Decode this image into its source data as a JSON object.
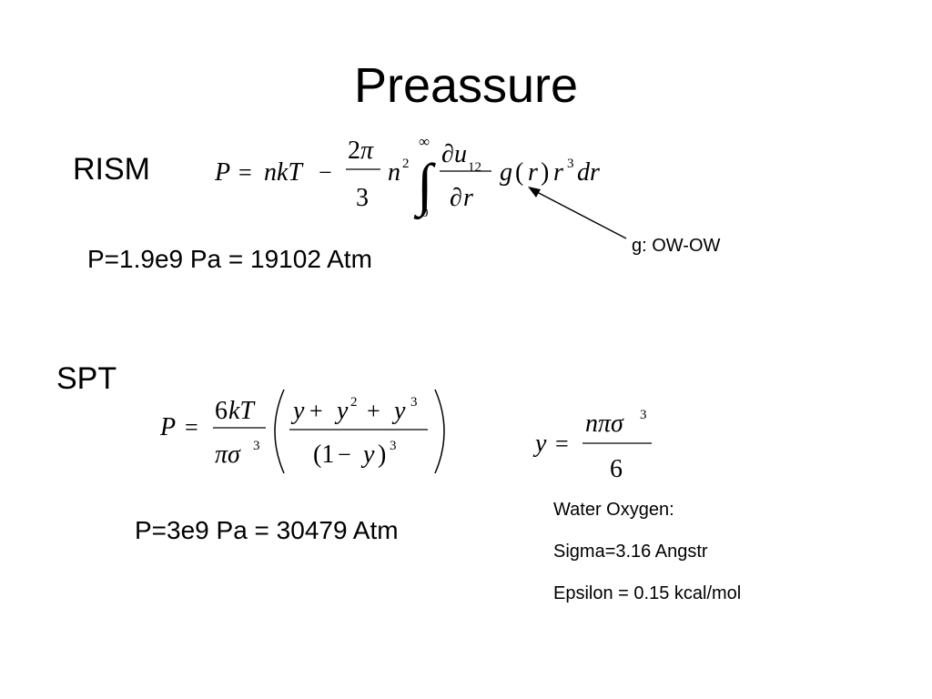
{
  "slide": {
    "title": "Preassure",
    "rism": {
      "label": "RISM",
      "equation": "P = nkT − (2π/3) n² ∫₀^∞ (∂u₁₂/∂r) g(r) r³ dr",
      "result": "P=1.9e9 Pa = 19102 Atm",
      "annotation": "g: OW-OW"
    },
    "spt": {
      "label": "SPT",
      "equation": "P = (6kT/πσ³) ((y + y² + y³)/(1 − y)³)",
      "y_definition": "y = nπσ³/6",
      "result": "P=3e9 Pa = 30479  Atm"
    },
    "water_oxygen": {
      "heading": "Water Oxygen:",
      "sigma": "Sigma=3.16 Angstr",
      "epsilon": "Epsilon = 0.15 kcal/mol"
    }
  }
}
